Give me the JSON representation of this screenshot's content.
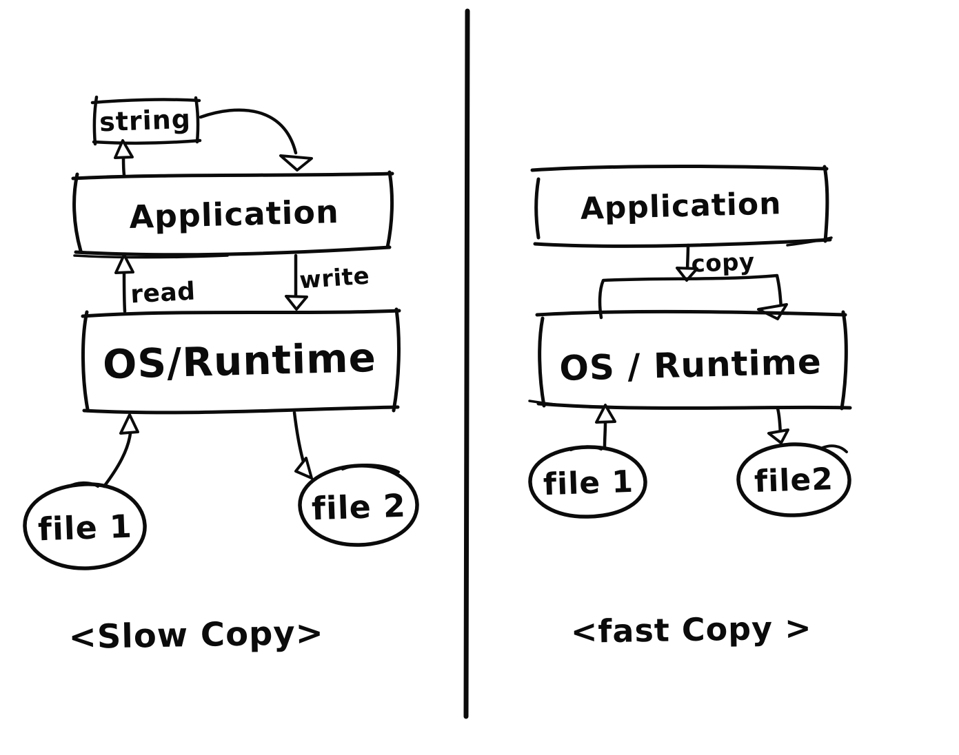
{
  "colors": {
    "ink": "#0b0b0b",
    "paper": "#ffffff"
  },
  "left_panel": {
    "caption": "<Slow Copy>",
    "string_box_label": "string",
    "application_label": "Application",
    "os_runtime_label": "OS/Runtime",
    "file1_label": "file 1",
    "file2_label": "file 2",
    "read_label": "read",
    "write_label": "write"
  },
  "right_panel": {
    "caption": "<fast Copy >",
    "application_label": "Application",
    "os_runtime_label": "OS / Runtime",
    "file1_label": "file 1",
    "file2_label": "file2",
    "copy_label": "copy"
  }
}
